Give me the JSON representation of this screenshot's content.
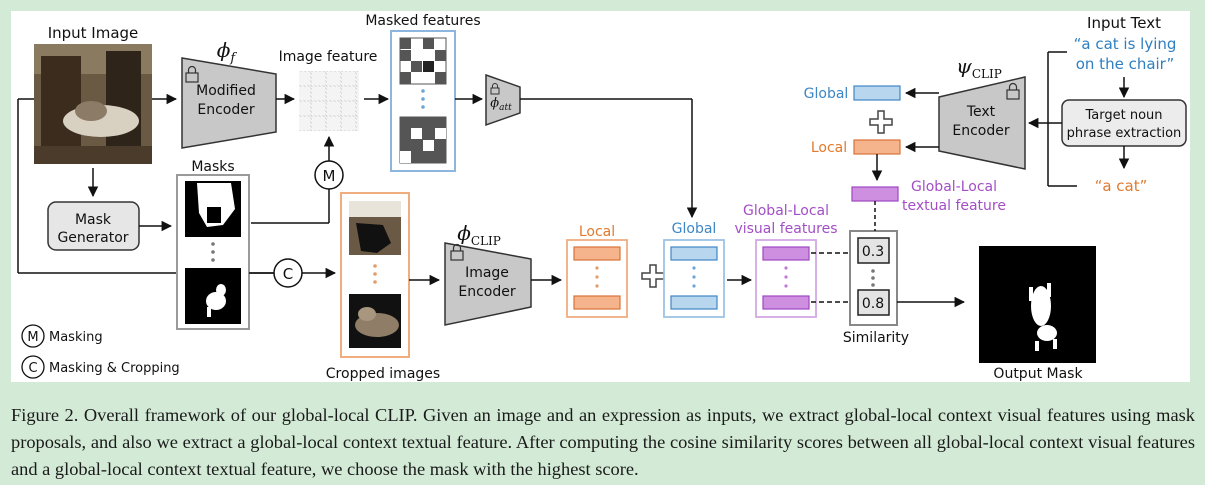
{
  "labels": {
    "input_image": "Input Image",
    "modified_encoder_line1": "Modified",
    "modified_encoder_line2": "Encoder",
    "phi_f": "ϕ",
    "phi_f_sub": "f",
    "image_feature": "Image feature",
    "masked_features": "Masked features",
    "phi_att": "ϕ",
    "phi_att_sub": "att",
    "masks": "Masks",
    "mask_generator_line1": "Mask",
    "mask_generator_line2": "Generator",
    "m_symbol": "M",
    "c_symbol": "C",
    "phi_clip": "ϕ",
    "phi_clip_sub": "CLIP",
    "image_encoder_line1": "Image",
    "image_encoder_line2": "Encoder",
    "cropped_images": "Cropped images",
    "local": "Local",
    "global": "Global",
    "gl_visual_line1": "Global-Local",
    "gl_visual_line2": "visual features",
    "score_top": "0.3",
    "score_bottom": "0.8",
    "similarity": "Similarity",
    "output_mask": "Output Mask",
    "input_text": "Input Text",
    "input_text_quote_line1": "“a cat is lying",
    "input_text_quote_line2": "on the chair”",
    "psi_clip": "ψ",
    "psi_clip_sub": "CLIP",
    "text_encoder_line1": "Text",
    "text_encoder_line2": "Encoder",
    "target_noun_line1": "Target noun",
    "target_noun_line2": "phrase extraction",
    "a_cat": "“a cat”",
    "text_global": "Global",
    "text_local": "Local",
    "gl_textual_line1": "Global-Local",
    "gl_textual_line2": "textual feature",
    "legend_masking": "Masking",
    "legend_masking_cropping": "Masking & Cropping"
  },
  "colors": {
    "local": "#e07a2e",
    "local_fill": "#f6b48c",
    "global": "#3f86c4",
    "global_fill": "#b9d6ef",
    "purple": "#a24fc6",
    "purple_fill": "#cf8fe0",
    "encoder_fill": "#c8c8c8",
    "quote_blue": "#2f7fc1"
  },
  "caption": "Figure 2. Overall framework of our global-local CLIP. Given an image and an expression as inputs, we extract global-local context visual features using mask proposals, and also we extract a global-local context textual feature. After computing the cosine similarity scores between all global-local context visual features and a global-local context textual feature, we choose the mask with the highest score."
}
